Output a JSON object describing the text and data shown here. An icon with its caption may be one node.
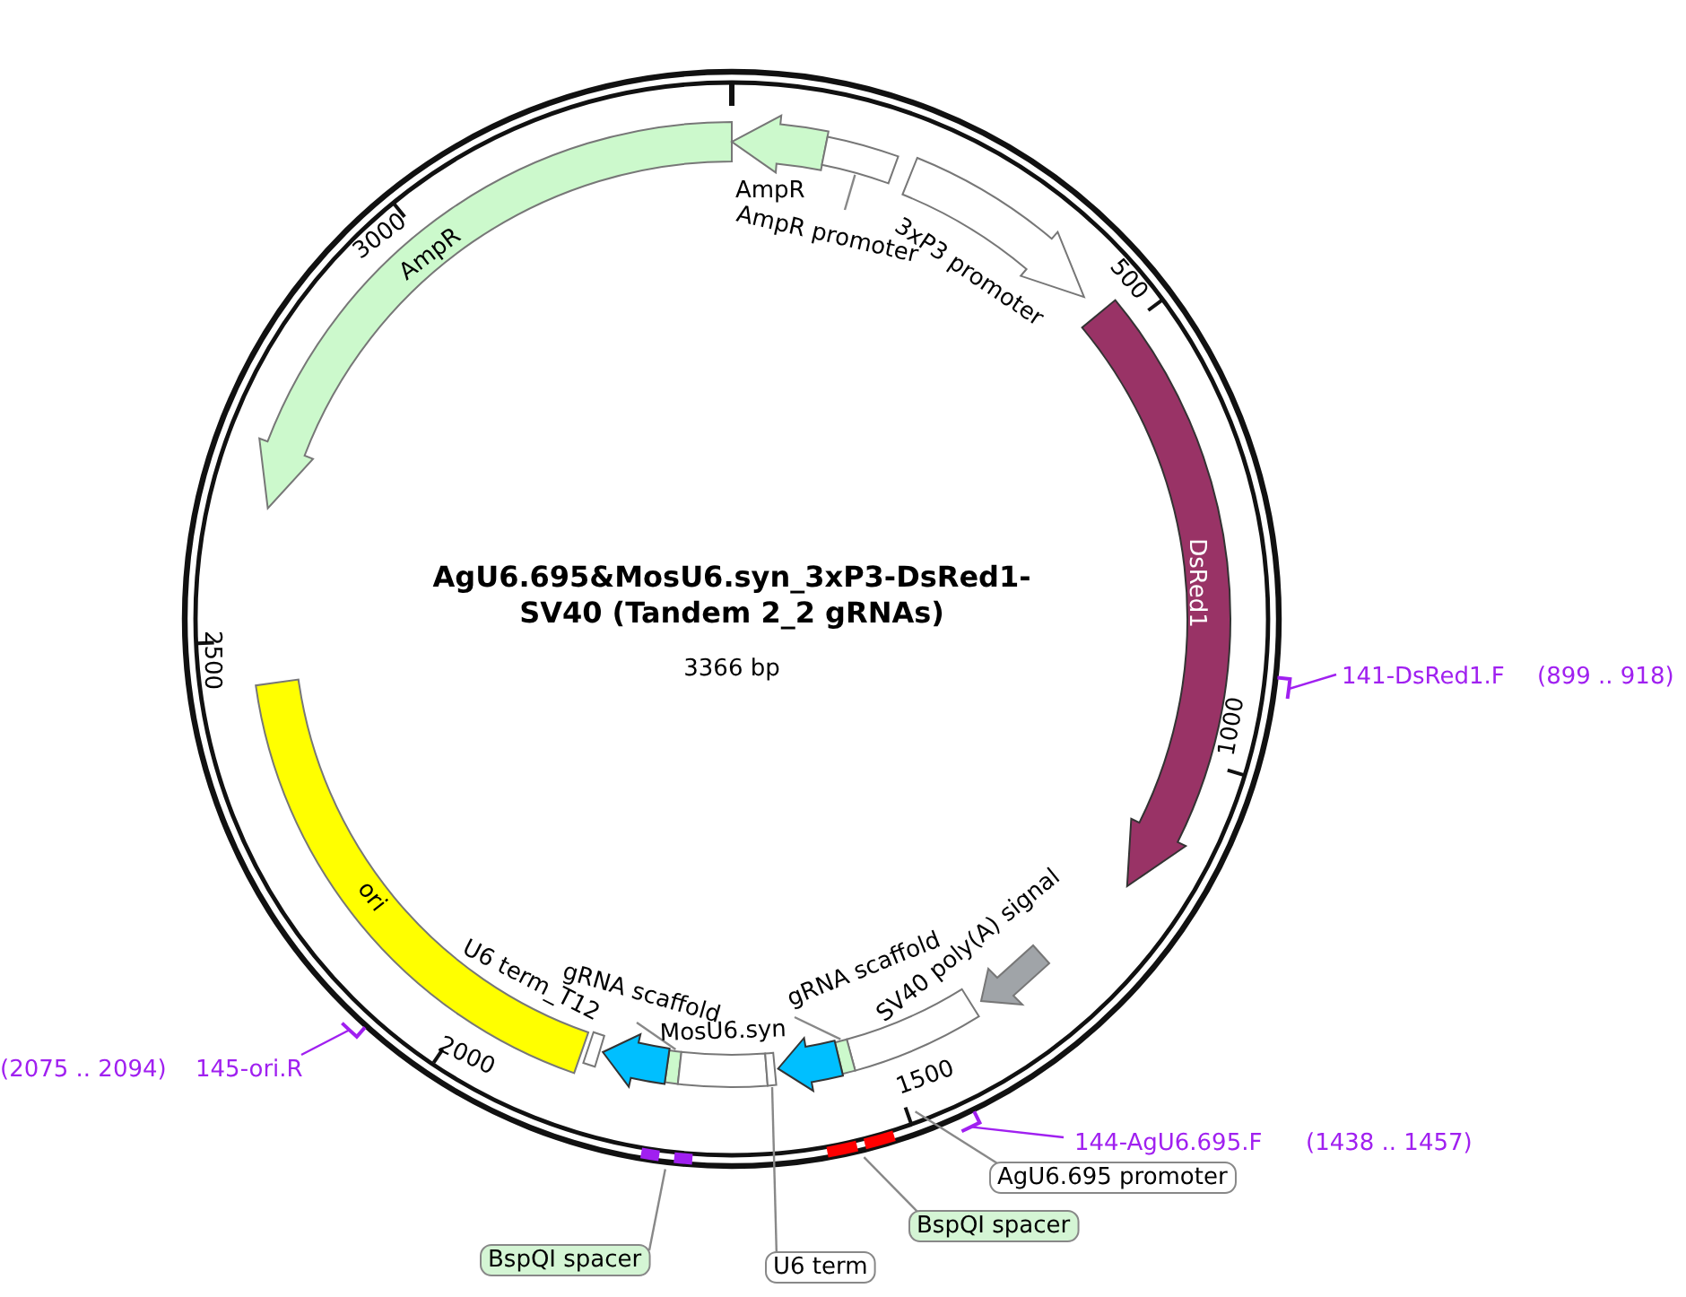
{
  "diagram": {
    "title": "AgU6.695&MosU6.syn_3xP3-DsRed1-SV40 (Tandem 2_2 gRNAs)",
    "nodes": [
      {
        "text": [
          "AmpR"
        ]
      },
      {
        "text": [
          "AmpR"
        ]
      },
      {
        "text": [
          "AmpR promoter"
        ]
      },
      {
        "text": [],
        "shape": "bar"
      },
      {
        "text": [
          "3xP3 promoter"
        ]
      },
      {
        "text": [
          "DsRed1"
        ]
      },
      {
        "text": [
          "SV40 poly(A) signal"
        ]
      },
      {
        "text": [
          "gRNA scaffold"
        ]
      },
      {
        "text": [],
        "shape": "bar"
      },
      {
        "text": [],
        "shape": "arrow"
      },
      {
        "text": [
          "gRNA scaffold"
        ]
      },
      {
        "text": [],
        "shape": "bar"
      },
      {
        "text": [
          "MosU6.syn"
        ]
      },
      {
        "text": [],
        "shape": "arrow"
      },
      {
        "text": [
          "U6 term_T12"
        ]
      },
      {
        "text": [
          "ori"
        ]
      },
      {
        "text": [
          "AgU6.695 promoter"
        ]
      },
      {
        "text": [
          "BspQI spacer"
        ]
      },
      {
        "text": [],
        "shape": "bar"
      },
      {
        "text": [
          "U6 term"
        ]
      },
      {
        "text": [],
        "shape": "bar"
      },
      {
        "text": [
          "BspQI spacer"
        ]
      },
      {
        "text": [],
        "shape": "bar"
      },
      {
        "text": [
          "141-DsRed1.F",
          "(899 .. 918)"
        ]
      },
      {
        "text": [],
        "shape": "bracket"
      },
      {
        "text": [
          "(2075 .. 2094)",
          "145-ori.R"
        ]
      },
      {
        "text": [],
        "shape": "bracket"
      },
      {
        "text": [
          "144-AgU6.695.F",
          "(1438 .. 1457)"
        ]
      },
      {
        "text": [],
        "shape": "bracket"
      }
    ],
    "edges": [
      {
        "from": 2,
        "to": 3,
        "arrow": "none"
      },
      {
        "from": 7,
        "to": 8,
        "arrow": "none"
      },
      {
        "from": 10,
        "to": 11,
        "arrow": "none"
      },
      {
        "from": 16,
        "to": null,
        "arrow": "none"
      },
      {
        "from": 17,
        "to": 18,
        "arrow": "none"
      },
      {
        "from": 19,
        "to": 20,
        "arrow": "none"
      },
      {
        "from": 21,
        "to": 22,
        "arrow": "none"
      },
      {
        "from": 23,
        "to": 24,
        "arrow": "none",
        "color": "#a020f0"
      },
      {
        "from": 25,
        "to": 26,
        "arrow": "none",
        "color": "#a020f0"
      },
      {
        "from": 27,
        "to": 28,
        "arrow": "none",
        "color": "#a020f0"
      }
    ],
    "labels": [
      "3000",
      "500",
      "3366 bp",
      "2500",
      "1000",
      "2000",
      "1500"
    ]
  }
}
